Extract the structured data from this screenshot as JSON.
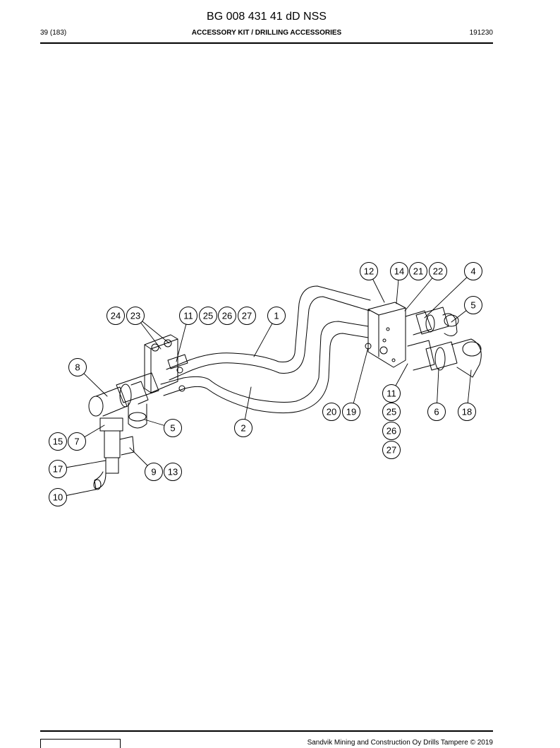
{
  "header": {
    "doc_title": "BG 008 431 41 dD NSS",
    "page_number": "39 (183)",
    "section_title": "ACCESSORY KIT / DRILLING ACCESSORIES",
    "doc_date": "191230"
  },
  "drawing": {
    "callouts": [
      "12",
      "14",
      "21",
      "22",
      "4",
      "5",
      "24",
      "23",
      "11",
      "25",
      "26",
      "27",
      "1",
      "8",
      "11",
      "20",
      "19",
      "25",
      "6",
      "18",
      "26",
      "27",
      "15",
      "7",
      "5",
      "2",
      "17",
      "9",
      "13",
      "10"
    ]
  },
  "footer": {
    "copyright": "Sandvik Mining and Construction Oy Drills Tampere © 2019"
  }
}
